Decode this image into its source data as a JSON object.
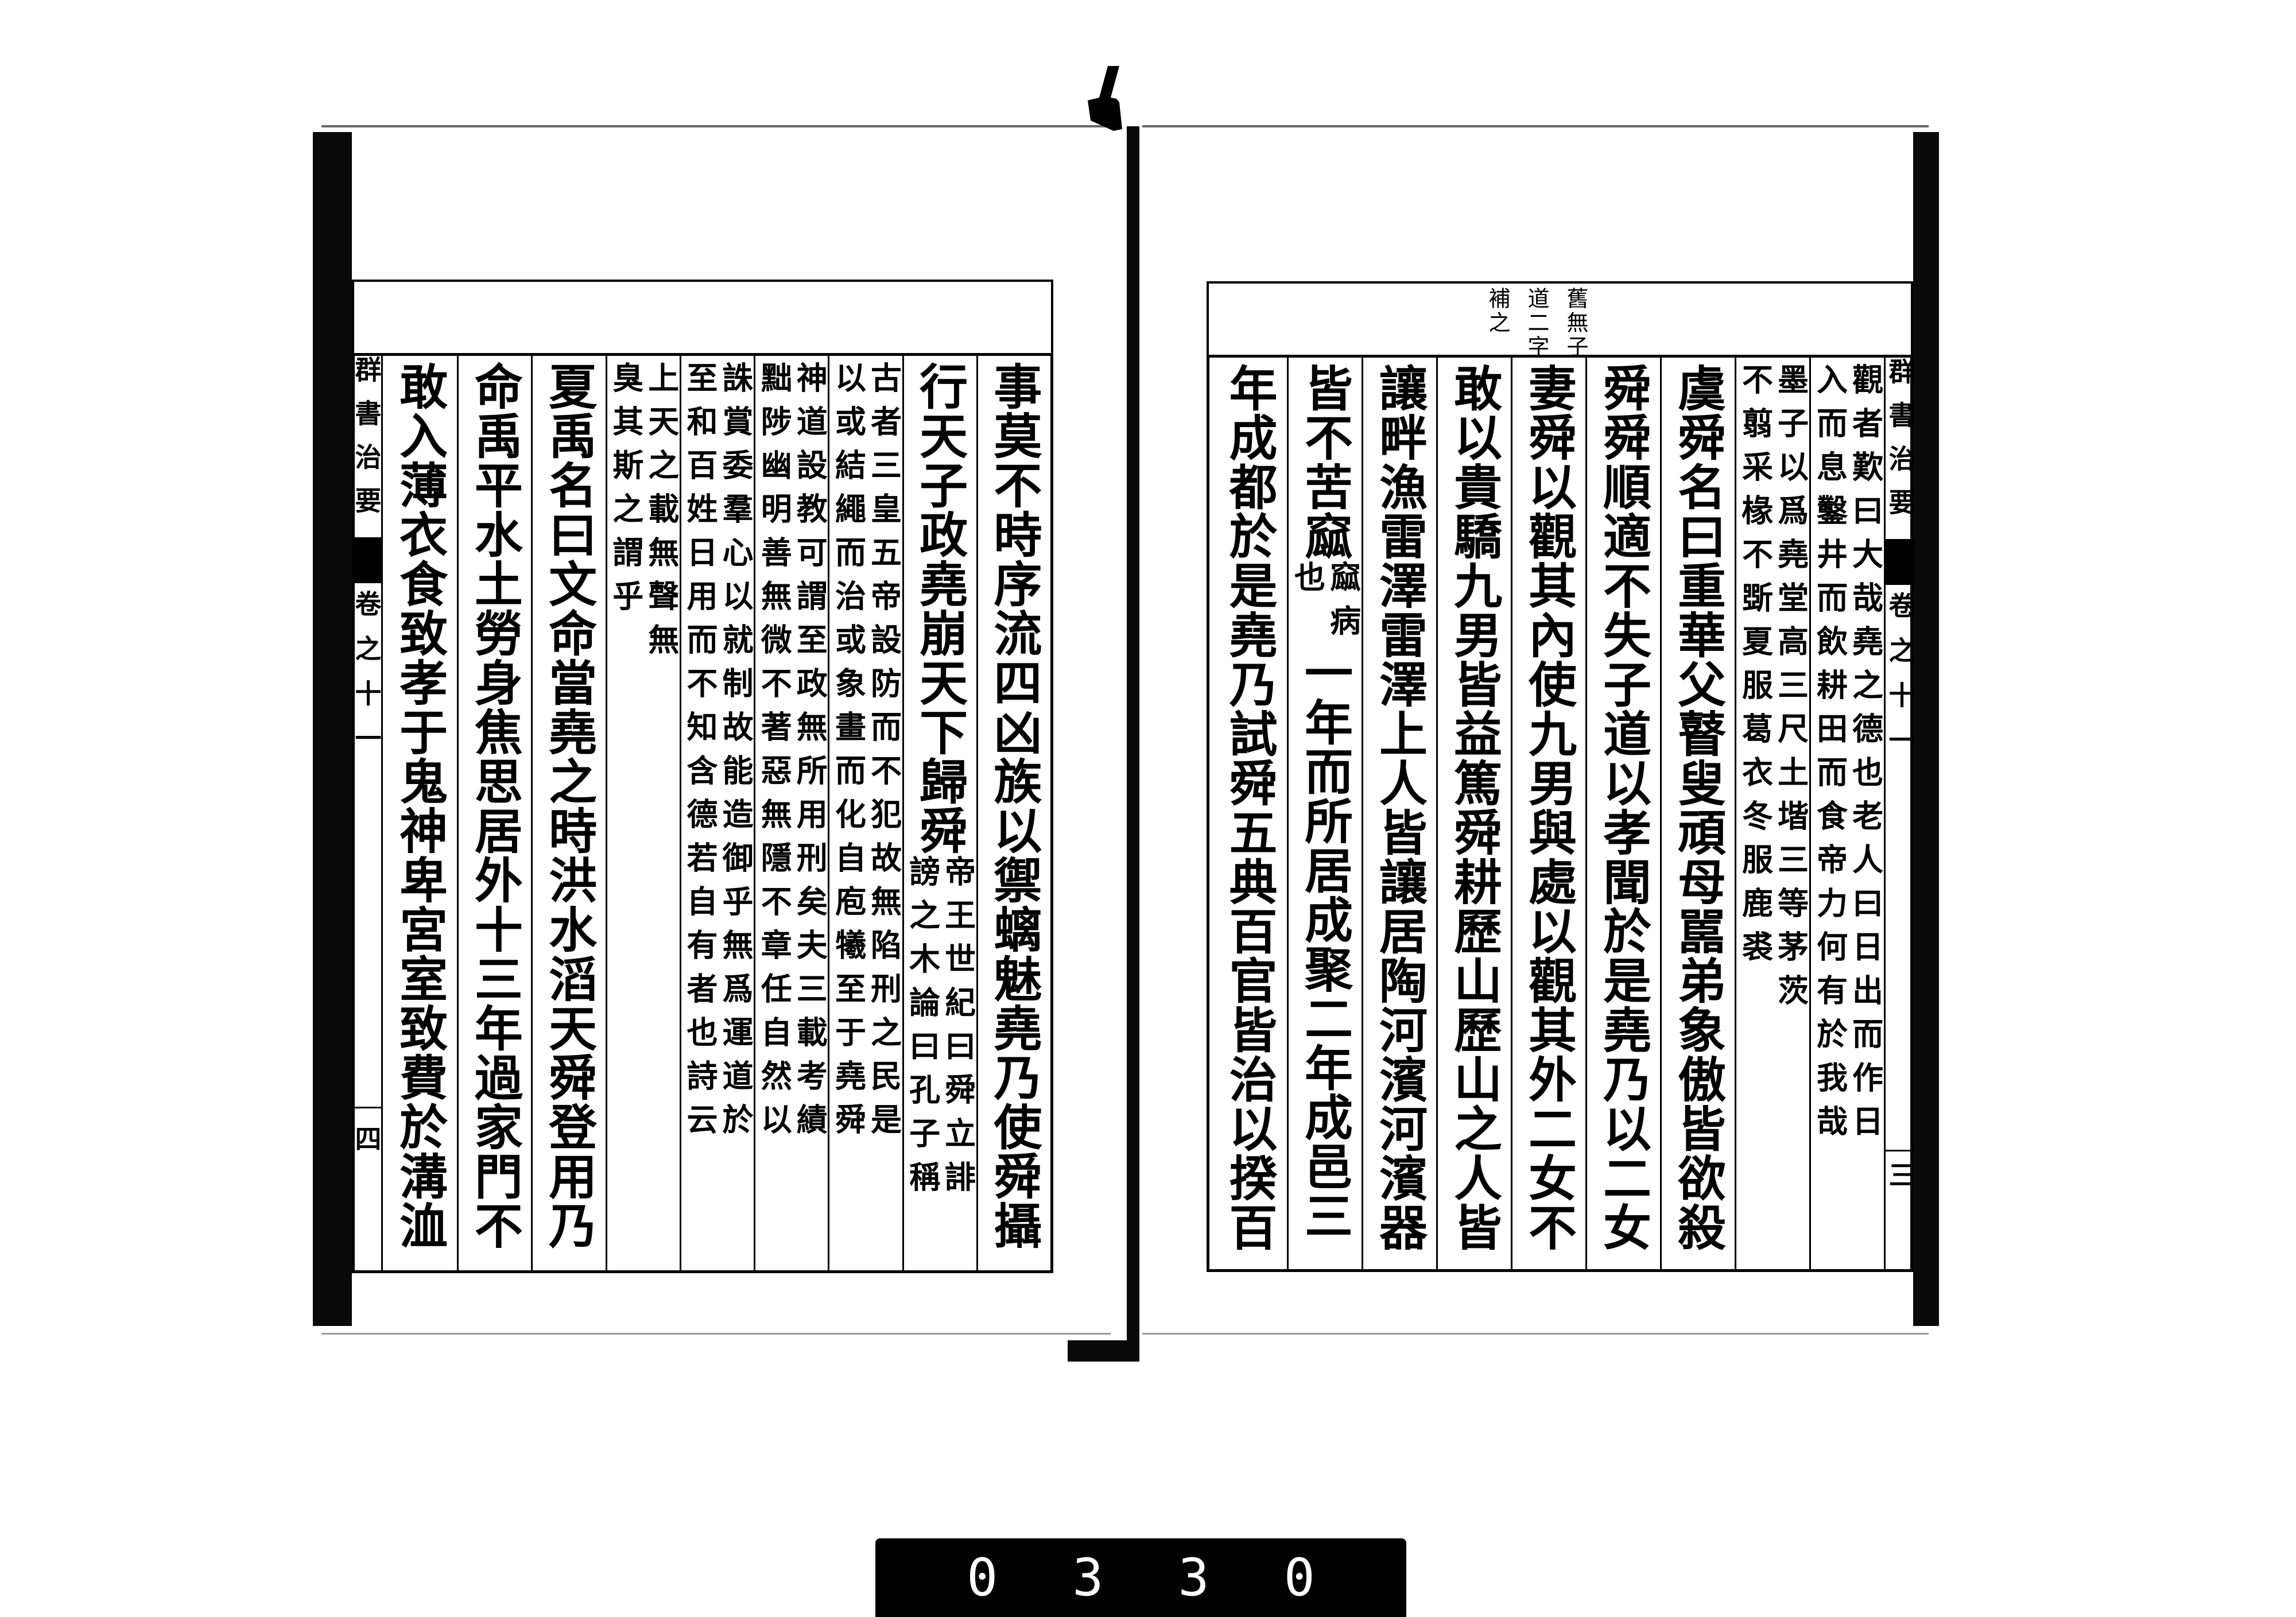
{
  "book": {
    "title": "群書治要",
    "juan": "卷之十一"
  },
  "left_page": {
    "page_number": "四",
    "columns": [
      [
        {
          "big": "事莫不時序流四凶族以禦螭魅堯乃使舜攝"
        }
      ],
      [
        {
          "big": "行天子政堯崩天下歸舜"
        },
        {
          "note": [
            "帝王世紀曰舜立誹",
            "謗之木論曰孔子稱"
          ]
        }
      ],
      [
        {
          "note": [
            "古者三皇五帝設防而不犯故無陷刑之民是",
            "以或結繩而治或象畫而化自庖犧至于堯舜"
          ]
        }
      ],
      [
        {
          "note": [
            "神道設教可謂至政無所用刑矣夫三載考績",
            "黜陟幽明善無微不著惡無隱不章任自然以"
          ]
        }
      ],
      [
        {
          "note": [
            "誅賞委羣心以就制故能造御乎無爲運道於",
            "至和百姓日用而不知含德若自有者也詩云"
          ]
        }
      ],
      [
        {
          "note": [
            "上天之載無聲無",
            "臭其斯之謂乎"
          ]
        }
      ],
      [
        {
          "big": "夏禹名曰文命當堯之時洪水滔天舜登用乃"
        }
      ],
      [
        {
          "big": "命禹平水土勞身焦思居外十三年過家門不"
        }
      ],
      [
        {
          "big": "敢入薄衣食致孝于鬼神卑宮室致費於溝洫"
        }
      ]
    ]
  },
  "right_page": {
    "page_number": "三",
    "top_note": [
      "舊無子",
      "道二字",
      "補之"
    ],
    "columns": [
      [
        {
          "note": [
            "觀者歎曰大哉堯之德也老人曰日出而作日",
            "入而息鑿井而飲耕田而食帝力何有於我哉"
          ]
        }
      ],
      [
        {
          "note": [
            "墨子以爲堯堂高三尺土堦三等茅茨",
            "不翦采椽不斲夏服葛衣冬服鹿裘"
          ]
        }
      ],
      [
        {
          "big": "虞舜名曰重華父瞽叟頑母嚚弟象傲皆欲殺"
        }
      ],
      [
        {
          "big": "舜舜順適不失子道以孝聞於是堯乃以二女"
        }
      ],
      [
        {
          "big": "妻舜以觀其內使九男與處以觀其外二女不"
        }
      ],
      [
        {
          "big": "敢以貴驕九男皆益篤舜耕歷山歷山之人皆"
        }
      ],
      [
        {
          "big": "讓畔漁雷澤雷澤上人皆讓居陶河濱河濱器"
        }
      ],
      [
        {
          "big": "皆不苦窳"
        },
        {
          "note": [
            "窳病",
            "也"
          ]
        },
        {
          "big": "一年而所居成聚二年成邑三"
        }
      ],
      [
        {
          "big": "年成都於是堯乃試舜五典百官皆治以揆百"
        }
      ]
    ]
  },
  "archive_label": "0330"
}
